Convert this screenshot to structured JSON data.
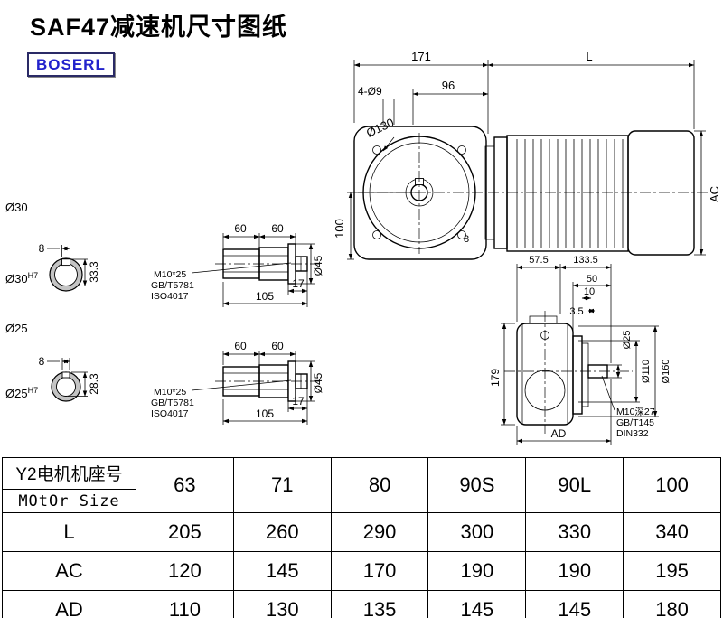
{
  "header": {
    "title": "SAF47减速机尺寸图纸",
    "brand": "BOSERL"
  },
  "colors": {
    "background": "#ffffff",
    "line": "#000000",
    "brand_text": "#2222cc",
    "shaft_fill": "#c4c4c4"
  },
  "front_view": {
    "dim_width_gearbox": "171",
    "dim_motor_length": "L",
    "dim_96": "96",
    "holes": "4-Ø9",
    "flange_dia": "Ø130",
    "dim_height_100": "100",
    "dim_motor_ac": "AC",
    "dim_8": "8"
  },
  "shaft30": {
    "label": "Ø30",
    "bore": "Ø30",
    "tolerance": "H7",
    "key_width": "8",
    "key_depth": "33.3"
  },
  "shaft25": {
    "label": "Ø25",
    "bore": "Ø25",
    "tolerance": "H7",
    "key_width": "8",
    "key_depth": "28.3"
  },
  "detail1": {
    "dim_60a": "60",
    "dim_60b": "60",
    "dim_17": "17",
    "dim_105": "105",
    "dia_45": "Ø45",
    "bolt": "M10*25",
    "std1": "GB/T5781",
    "std2": "ISO4017"
  },
  "detail2": {
    "dim_60a": "60",
    "dim_60b": "60",
    "dim_17": "17",
    "dim_105": "105",
    "dia_45": "Ø45",
    "bolt": "M10*25",
    "std1": "GB/T5781",
    "std2": "ISO4017"
  },
  "side_view": {
    "dim_57_5": "57.5",
    "dim_133_5": "133.5",
    "dim_50": "50",
    "dim_10": "10",
    "dim_3_5": "3.5",
    "shaft_dia": "Ø25",
    "dia_110": "Ø110",
    "dia_160": "Ø160",
    "dim_179": "179",
    "dim_ad": "AD",
    "tap": "M10深27",
    "std1": "GB/T145",
    "std2": "DIN332"
  },
  "table": {
    "header_zh": "Y2电机机座号",
    "header_en": "MOtOr Size",
    "sizes": [
      "63",
      "71",
      "80",
      "90S",
      "90L",
      "100"
    ],
    "rows": [
      {
        "label": "L",
        "values": [
          "205",
          "260",
          "290",
          "300",
          "330",
          "340"
        ]
      },
      {
        "label": "AC",
        "values": [
          "120",
          "145",
          "170",
          "190",
          "190",
          "195"
        ]
      },
      {
        "label": "AD",
        "values": [
          "110",
          "130",
          "135",
          "145",
          "145",
          "180"
        ]
      }
    ]
  }
}
